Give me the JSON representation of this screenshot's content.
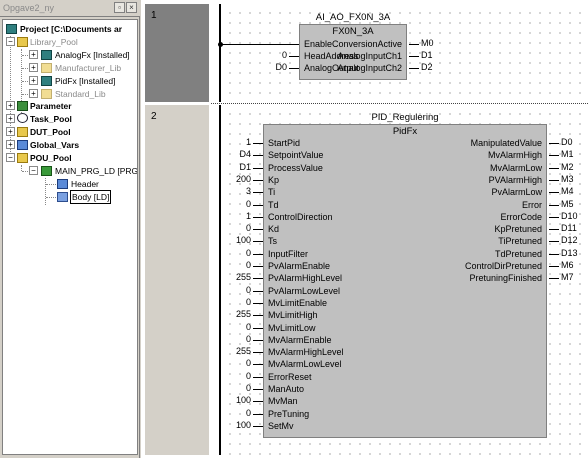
{
  "window": {
    "title": "Opgave2_ny"
  },
  "tree": {
    "project": "Project [C:\\Documents ar",
    "library_pool": "Library_Pool",
    "libraries": [
      "AnalogFx [Installed]",
      "Manufacturer_Lib",
      "PidFx [Installed]",
      "Standard_Lib"
    ],
    "parameter": "Parameter",
    "task_pool": "Task_Pool",
    "dut_pool": "DUT_Pool",
    "global_vars": "Global_Vars",
    "pou_pool": "POU_Pool",
    "main_prg": "MAIN_PRG_LD [PRG",
    "header": "Header",
    "body": "Body [LD]"
  },
  "networks": [
    {
      "number": "1",
      "instance": "AI_AO_FX0N_3A",
      "type": "FX0N_3A",
      "inputs": [
        {
          "pin": "Enable",
          "value": ""
        },
        {
          "pin": "HeadAddress",
          "value": "0"
        },
        {
          "pin": "AnalogOutput",
          "value": "D0"
        }
      ],
      "outputs": [
        {
          "pin": "ConversionActive",
          "value": "M0"
        },
        {
          "pin": "AnalogInputCh1",
          "value": "D1"
        },
        {
          "pin": "AnalogInputCh2",
          "value": "D2"
        }
      ]
    },
    {
      "number": "2",
      "instance": "PID_Regulering",
      "type": "PidFx",
      "inputs": [
        {
          "pin": "StartPid",
          "value": "1"
        },
        {
          "pin": "SetpointValue",
          "value": "D4"
        },
        {
          "pin": "ProcessValue",
          "value": "D1"
        },
        {
          "pin": "Kp",
          "value": "200"
        },
        {
          "pin": "Ti",
          "value": "3"
        },
        {
          "pin": "Td",
          "value": "0"
        },
        {
          "pin": "ControlDirection",
          "value": "1"
        },
        {
          "pin": "Kd",
          "value": "0"
        },
        {
          "pin": "Ts",
          "value": "100"
        },
        {
          "pin": "InputFilter",
          "value": "0"
        },
        {
          "pin": "PvAlarmEnable",
          "value": "0"
        },
        {
          "pin": "PvAlarmHighLevel",
          "value": "255"
        },
        {
          "pin": "PvAlarmLowLevel",
          "value": "0"
        },
        {
          "pin": "MvLimitEnable",
          "value": "0"
        },
        {
          "pin": "MvLimitHigh",
          "value": "255"
        },
        {
          "pin": "MvLimitLow",
          "value": "0"
        },
        {
          "pin": "MvAlarmEnable",
          "value": "0"
        },
        {
          "pin": "MvAlarmHighLevel",
          "value": "255"
        },
        {
          "pin": "MvAlarmLowLevel",
          "value": "0"
        },
        {
          "pin": "ErrorReset",
          "value": "0"
        },
        {
          "pin": "ManAuto",
          "value": "0"
        },
        {
          "pin": "MvMan",
          "value": "100"
        },
        {
          "pin": "PreTuning",
          "value": "0"
        },
        {
          "pin": "SetMv",
          "value": "100"
        }
      ],
      "outputs": [
        {
          "pin": "ManipulatedValue",
          "value": "D0"
        },
        {
          "pin": "MvAlarmHigh",
          "value": "M1"
        },
        {
          "pin": "MvAlarmLow",
          "value": "M2"
        },
        {
          "pin": "PVAlarmHigh",
          "value": "M3"
        },
        {
          "pin": "PvAlarmLow",
          "value": "M4"
        },
        {
          "pin": "Error",
          "value": "M5"
        },
        {
          "pin": "ErrorCode",
          "value": "D10"
        },
        {
          "pin": "KpPretuned",
          "value": "D11"
        },
        {
          "pin": "TiPretuned",
          "value": "D12"
        },
        {
          "pin": "TdPretuned",
          "value": "D13"
        },
        {
          "pin": "ControlDirPretuned",
          "value": "M6"
        },
        {
          "pin": "PretuningFinished",
          "value": "M7"
        }
      ]
    }
  ]
}
